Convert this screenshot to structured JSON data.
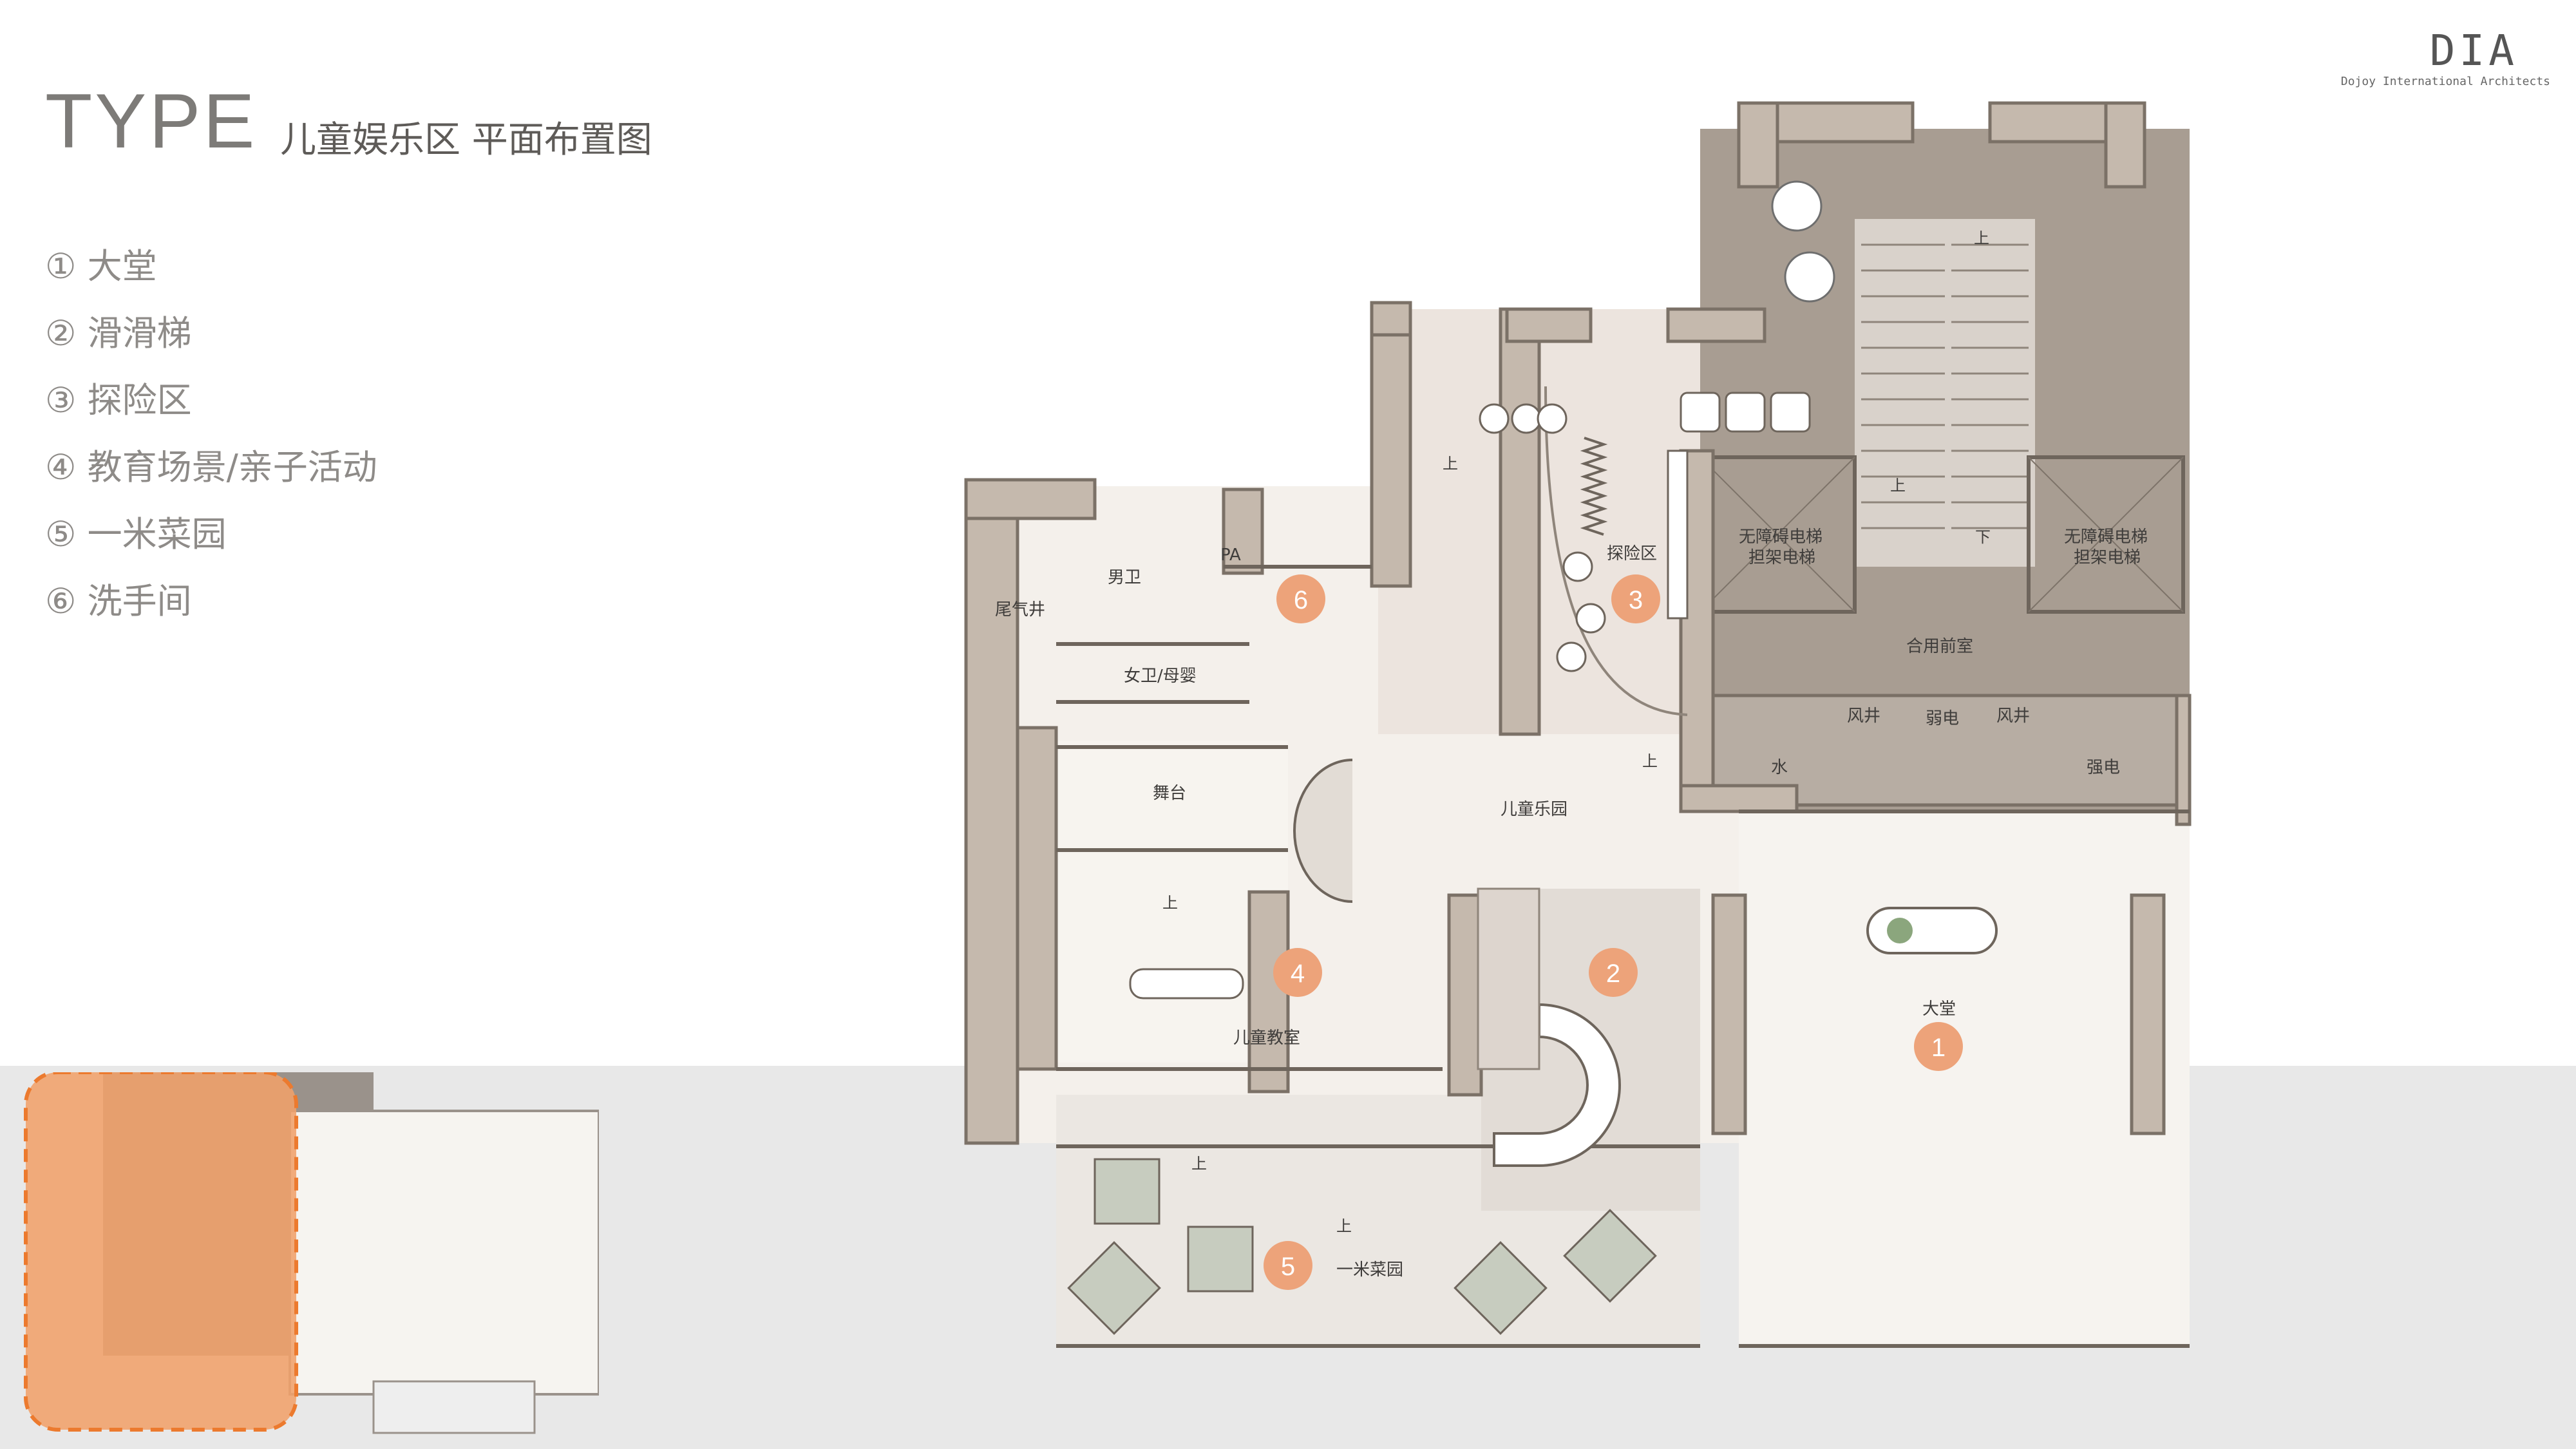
{
  "header": {
    "type_label": "TYPE",
    "subtitle": "儿童娱乐区 平面布置图"
  },
  "legend": [
    {
      "text": "① 大堂"
    },
    {
      "text": "② 滑滑梯"
    },
    {
      "text": "③ 探险区"
    },
    {
      "text": "④ 教育场景/亲子活动"
    },
    {
      "text": "⑤ 一米菜园"
    },
    {
      "text": "⑥ 洗手间"
    }
  ],
  "logo": {
    "mark": "DIA",
    "text": "Dojoy International Architects"
  },
  "plan": {
    "rooms": {
      "lobby": "大堂",
      "playground": "儿童乐园",
      "stage": "舞台",
      "classroom": "儿童教室",
      "garden": "一米菜园",
      "adventure": "探险区",
      "mens_wc": "男卫",
      "womens_wc": "女卫/母婴",
      "exhaust": "尾气井",
      "pa": "PA",
      "elevator_left_1": "无障碍电梯",
      "elevator_left_2": "担架电梯",
      "elevator_right_1": "无障碍电梯",
      "elevator_right_2": "担架电梯",
      "anteroom": "合用前室",
      "air_shaft_1": "风井",
      "air_shaft_2": "风井",
      "weak_elec": "弱电",
      "water": "水",
      "strong_elec": "强电"
    },
    "stairs": {
      "up": "上",
      "down": "下"
    },
    "markers": [
      "1",
      "2",
      "3",
      "4",
      "5",
      "6"
    ]
  },
  "colors": {
    "wall": "#8a7f74",
    "wall_fill": "#c4b8ab",
    "floor": "#f3efea",
    "core": "#a99d92",
    "marker": "#eda37a",
    "highlight": "#f0a06a"
  }
}
